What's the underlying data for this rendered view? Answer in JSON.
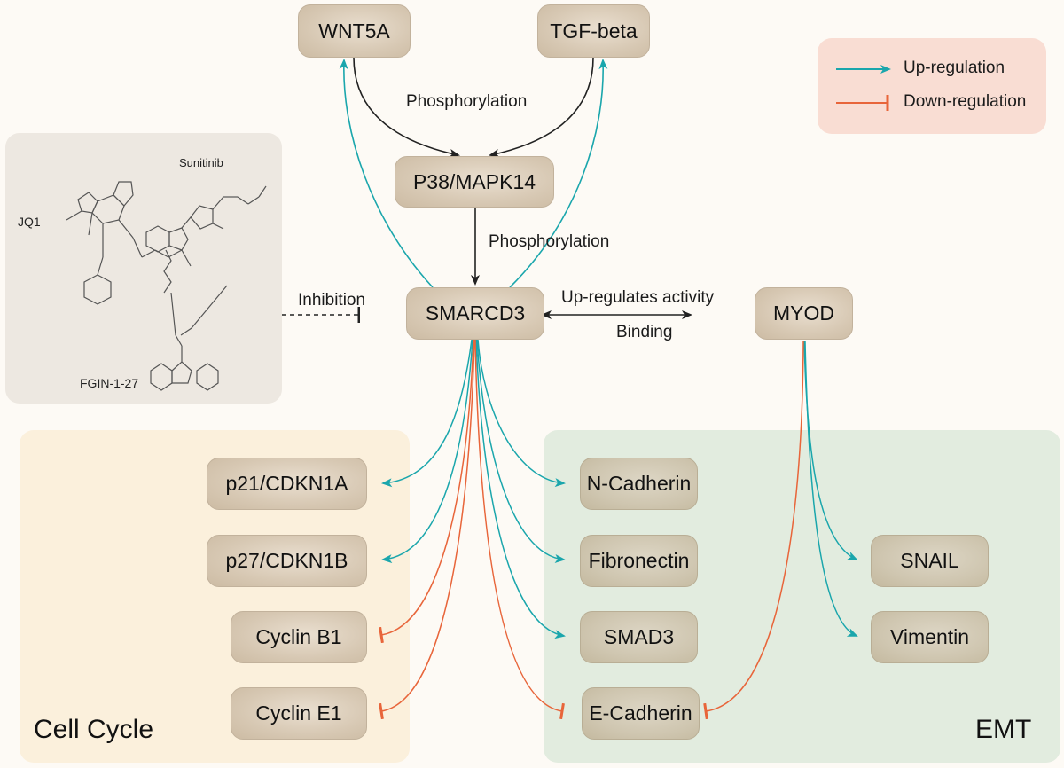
{
  "colors": {
    "up_regulation": "#1aa6ac",
    "down_regulation": "#e8653a",
    "neutral_edge": "#222222"
  },
  "legend": {
    "up_label": "Up-regulation",
    "down_label": "Down-regulation"
  },
  "nodes": {
    "wnt5a": "WNT5A",
    "tgf_beta": "TGF-beta",
    "p38": "P38/MAPK14",
    "smarcd3": "SMARCD3",
    "myod": "MYOD",
    "p21": "p21/CDKN1A",
    "p27": "p27/CDKN1B",
    "cyclin_b1": "Cyclin B1",
    "cyclin_e1": "Cyclin E1",
    "n_cadherin": "N-Cadherin",
    "fibronectin": "Fibronectin",
    "smad3": "SMAD3",
    "e_cadherin": "E-Cadherin",
    "snail": "SNAIL",
    "vimentin": "Vimentin"
  },
  "edge_labels": {
    "phospho_top": "Phosphorylation",
    "phospho_mid": "Phosphorylation",
    "inhibition": "Inhibition",
    "upregulates_activity": "Up-regulates activity",
    "binding": "Binding"
  },
  "groups": {
    "cell_cycle": "Cell Cycle",
    "emt": "EMT"
  },
  "drugs": {
    "jq1": "JQ1",
    "sunitinib": "Sunitinib",
    "fgin": "FGIN-1-27"
  },
  "edges": [
    {
      "from": "WNT5A",
      "to": "P38/MAPK14",
      "type": "neutral"
    },
    {
      "from": "TGF-beta",
      "to": "P38/MAPK14",
      "type": "neutral"
    },
    {
      "from": "P38/MAPK14",
      "to": "SMARCD3",
      "type": "neutral"
    },
    {
      "from": "SMARCD3",
      "to": "WNT5A",
      "type": "up"
    },
    {
      "from": "SMARCD3",
      "to": "TGF-beta",
      "type": "up"
    },
    {
      "from": "SMARCD3",
      "to": "MYOD",
      "type": "bidirectional"
    },
    {
      "from": "Drugs",
      "to": "SMARCD3",
      "type": "inhibition"
    },
    {
      "from": "SMARCD3",
      "to": "p21/CDKN1A",
      "type": "up"
    },
    {
      "from": "SMARCD3",
      "to": "p27/CDKN1B",
      "type": "up"
    },
    {
      "from": "SMARCD3",
      "to": "Cyclin B1",
      "type": "down"
    },
    {
      "from": "SMARCD3",
      "to": "Cyclin E1",
      "type": "down"
    },
    {
      "from": "SMARCD3",
      "to": "N-Cadherin",
      "type": "up"
    },
    {
      "from": "SMARCD3",
      "to": "Fibronectin",
      "type": "up"
    },
    {
      "from": "SMARCD3",
      "to": "SMAD3",
      "type": "up"
    },
    {
      "from": "SMARCD3",
      "to": "E-Cadherin",
      "type": "down"
    },
    {
      "from": "MYOD",
      "to": "SNAIL",
      "type": "up"
    },
    {
      "from": "MYOD",
      "to": "Vimentin",
      "type": "up"
    },
    {
      "from": "MYOD",
      "to": "E-Cadherin",
      "type": "down"
    }
  ]
}
